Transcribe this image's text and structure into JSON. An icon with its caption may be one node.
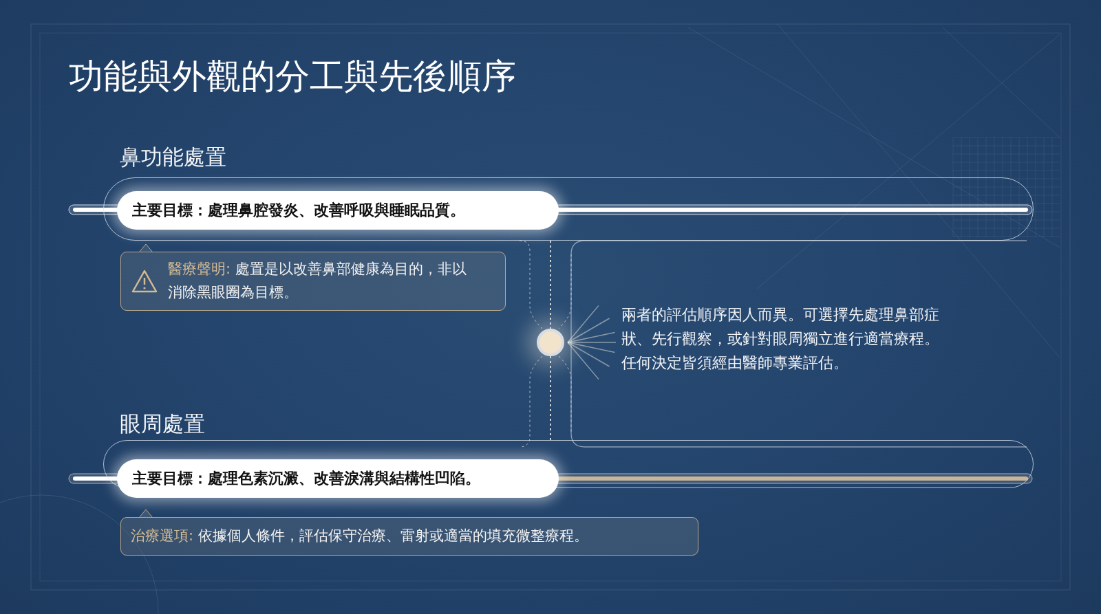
{
  "diagram": {
    "title": "功能與外觀的分工與先後順序",
    "nodes": [
      {
        "text": [
          "鼻功能處置"
        ]
      },
      {
        "text": [
          "主要目標：處理鼻腔發炎、改善呼吸與睡眠品質。"
        ],
        "in": 0
      },
      {
        "text": [
          "醫療聲明:",
          "處置是以改善鼻部健康為目的，非以消除黑眼圈為目標。"
        ]
      },
      {
        "text": [],
        "shape": "circle"
      },
      {
        "text": [
          "眼周處置"
        ]
      },
      {
        "text": [
          "主要目標：處理色素沉澱、改善淚溝與結構性凹陷。"
        ],
        "in": 4
      },
      {
        "text": [
          "治療選項:",
          "依據個人條件，評估保守治療、雷射或適當的填充微整療程。"
        ]
      }
    ],
    "edges": [
      {
        "from": 0,
        "to": 3,
        "arrow": "none",
        "style": "dashed"
      },
      {
        "from": 3,
        "to": 4,
        "arrow": "none",
        "style": "dashed"
      }
    ],
    "labels": [
      "兩者的評估順序因人而異。可選擇先處理鼻部症狀、先行觀察，或針對眼周獨立進行適當療程。任何決定皆須經由醫師專業評估。"
    ]
  }
}
